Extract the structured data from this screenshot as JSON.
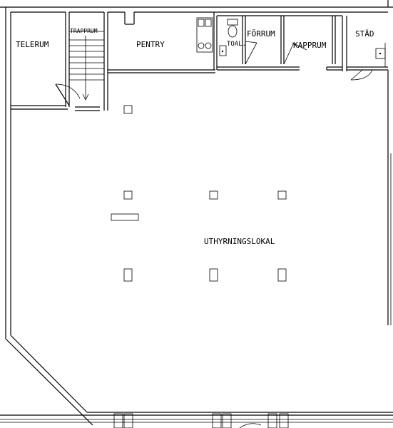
{
  "plan": {
    "rooms": {
      "telerum": "TELERUM",
      "trapprum": "TRAPPRUM",
      "pentry": "PENTRY",
      "toal": "TOAL.",
      "forrum": "FÖRRUM",
      "kapprum": "KAPPRUM",
      "stad": "STÄD",
      "uthyrningslokal": "UTHYRNINGSLOKAL"
    }
  }
}
